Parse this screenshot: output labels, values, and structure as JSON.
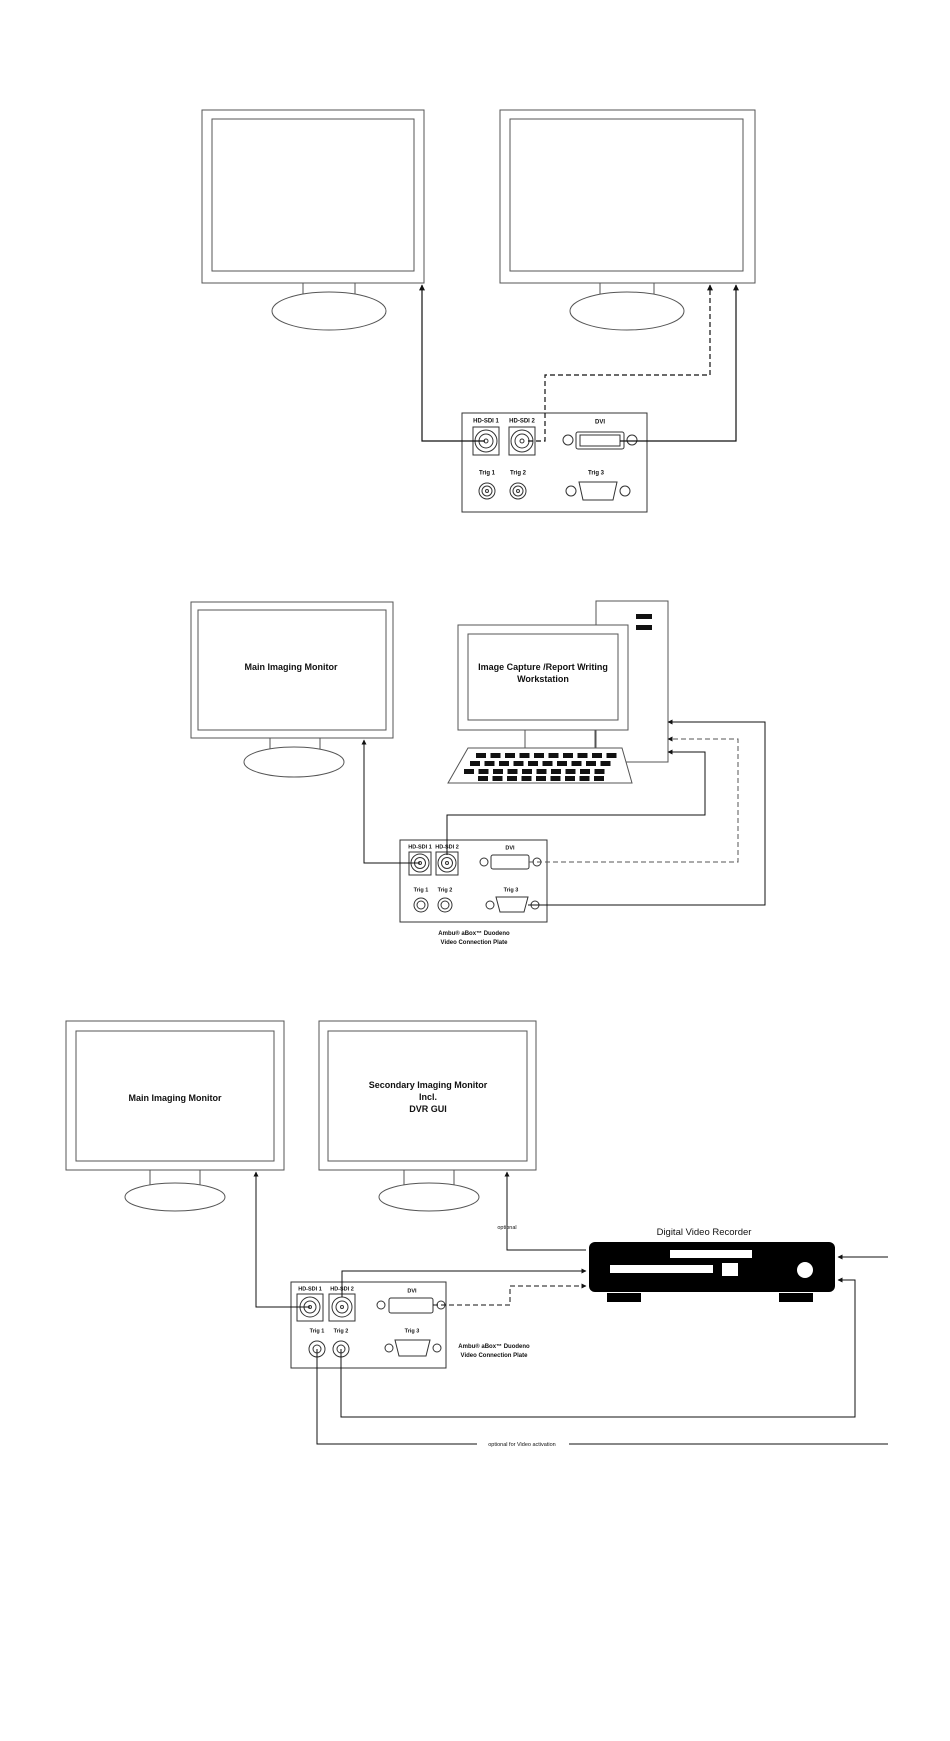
{
  "diagram1": {
    "plate": {
      "hdsdi1": "HD-SDI 1",
      "hdsdi2": "HD-SDI 2",
      "dvi": "DVI",
      "trig1": "Trig 1",
      "trig2": "Trig 2",
      "trig3": "Trig 3"
    }
  },
  "diagram2": {
    "main_monitor": "Main Imaging Monitor",
    "workstation_line1": "Image Capture /Report Writing",
    "workstation_line2": "Workstation",
    "plate": {
      "hdsdi1": "HD-SDI 1",
      "hdsdi2": "HD-SDI 2",
      "dvi": "DVI",
      "trig1": "Trig 1",
      "trig2": "Trig 2",
      "trig3": "Trig 3"
    },
    "caption_line1": "Ambu® aBox™ Duodeno",
    "caption_line2": "Video Connection Plate"
  },
  "diagram3": {
    "main_monitor": "Main Imaging Monitor",
    "secondary_line1": "Secondary Imaging Monitor",
    "secondary_line2": "Incl.",
    "secondary_line3": "DVR GUI",
    "dvr_title": "Digital Video Recorder",
    "optional_label": "optional",
    "plate": {
      "hdsdi1": "HD-SDI 1",
      "hdsdi2": "HD-SDI 2",
      "dvi": "DVI",
      "trig1": "Trig 1",
      "trig2": "Trig 2",
      "trig3": "Trig 3"
    },
    "caption_line1": "Ambu® aBox™ Duodeno",
    "caption_line2": "Video Connection Plate",
    "optional_video_activation": "optional for Video activation"
  }
}
